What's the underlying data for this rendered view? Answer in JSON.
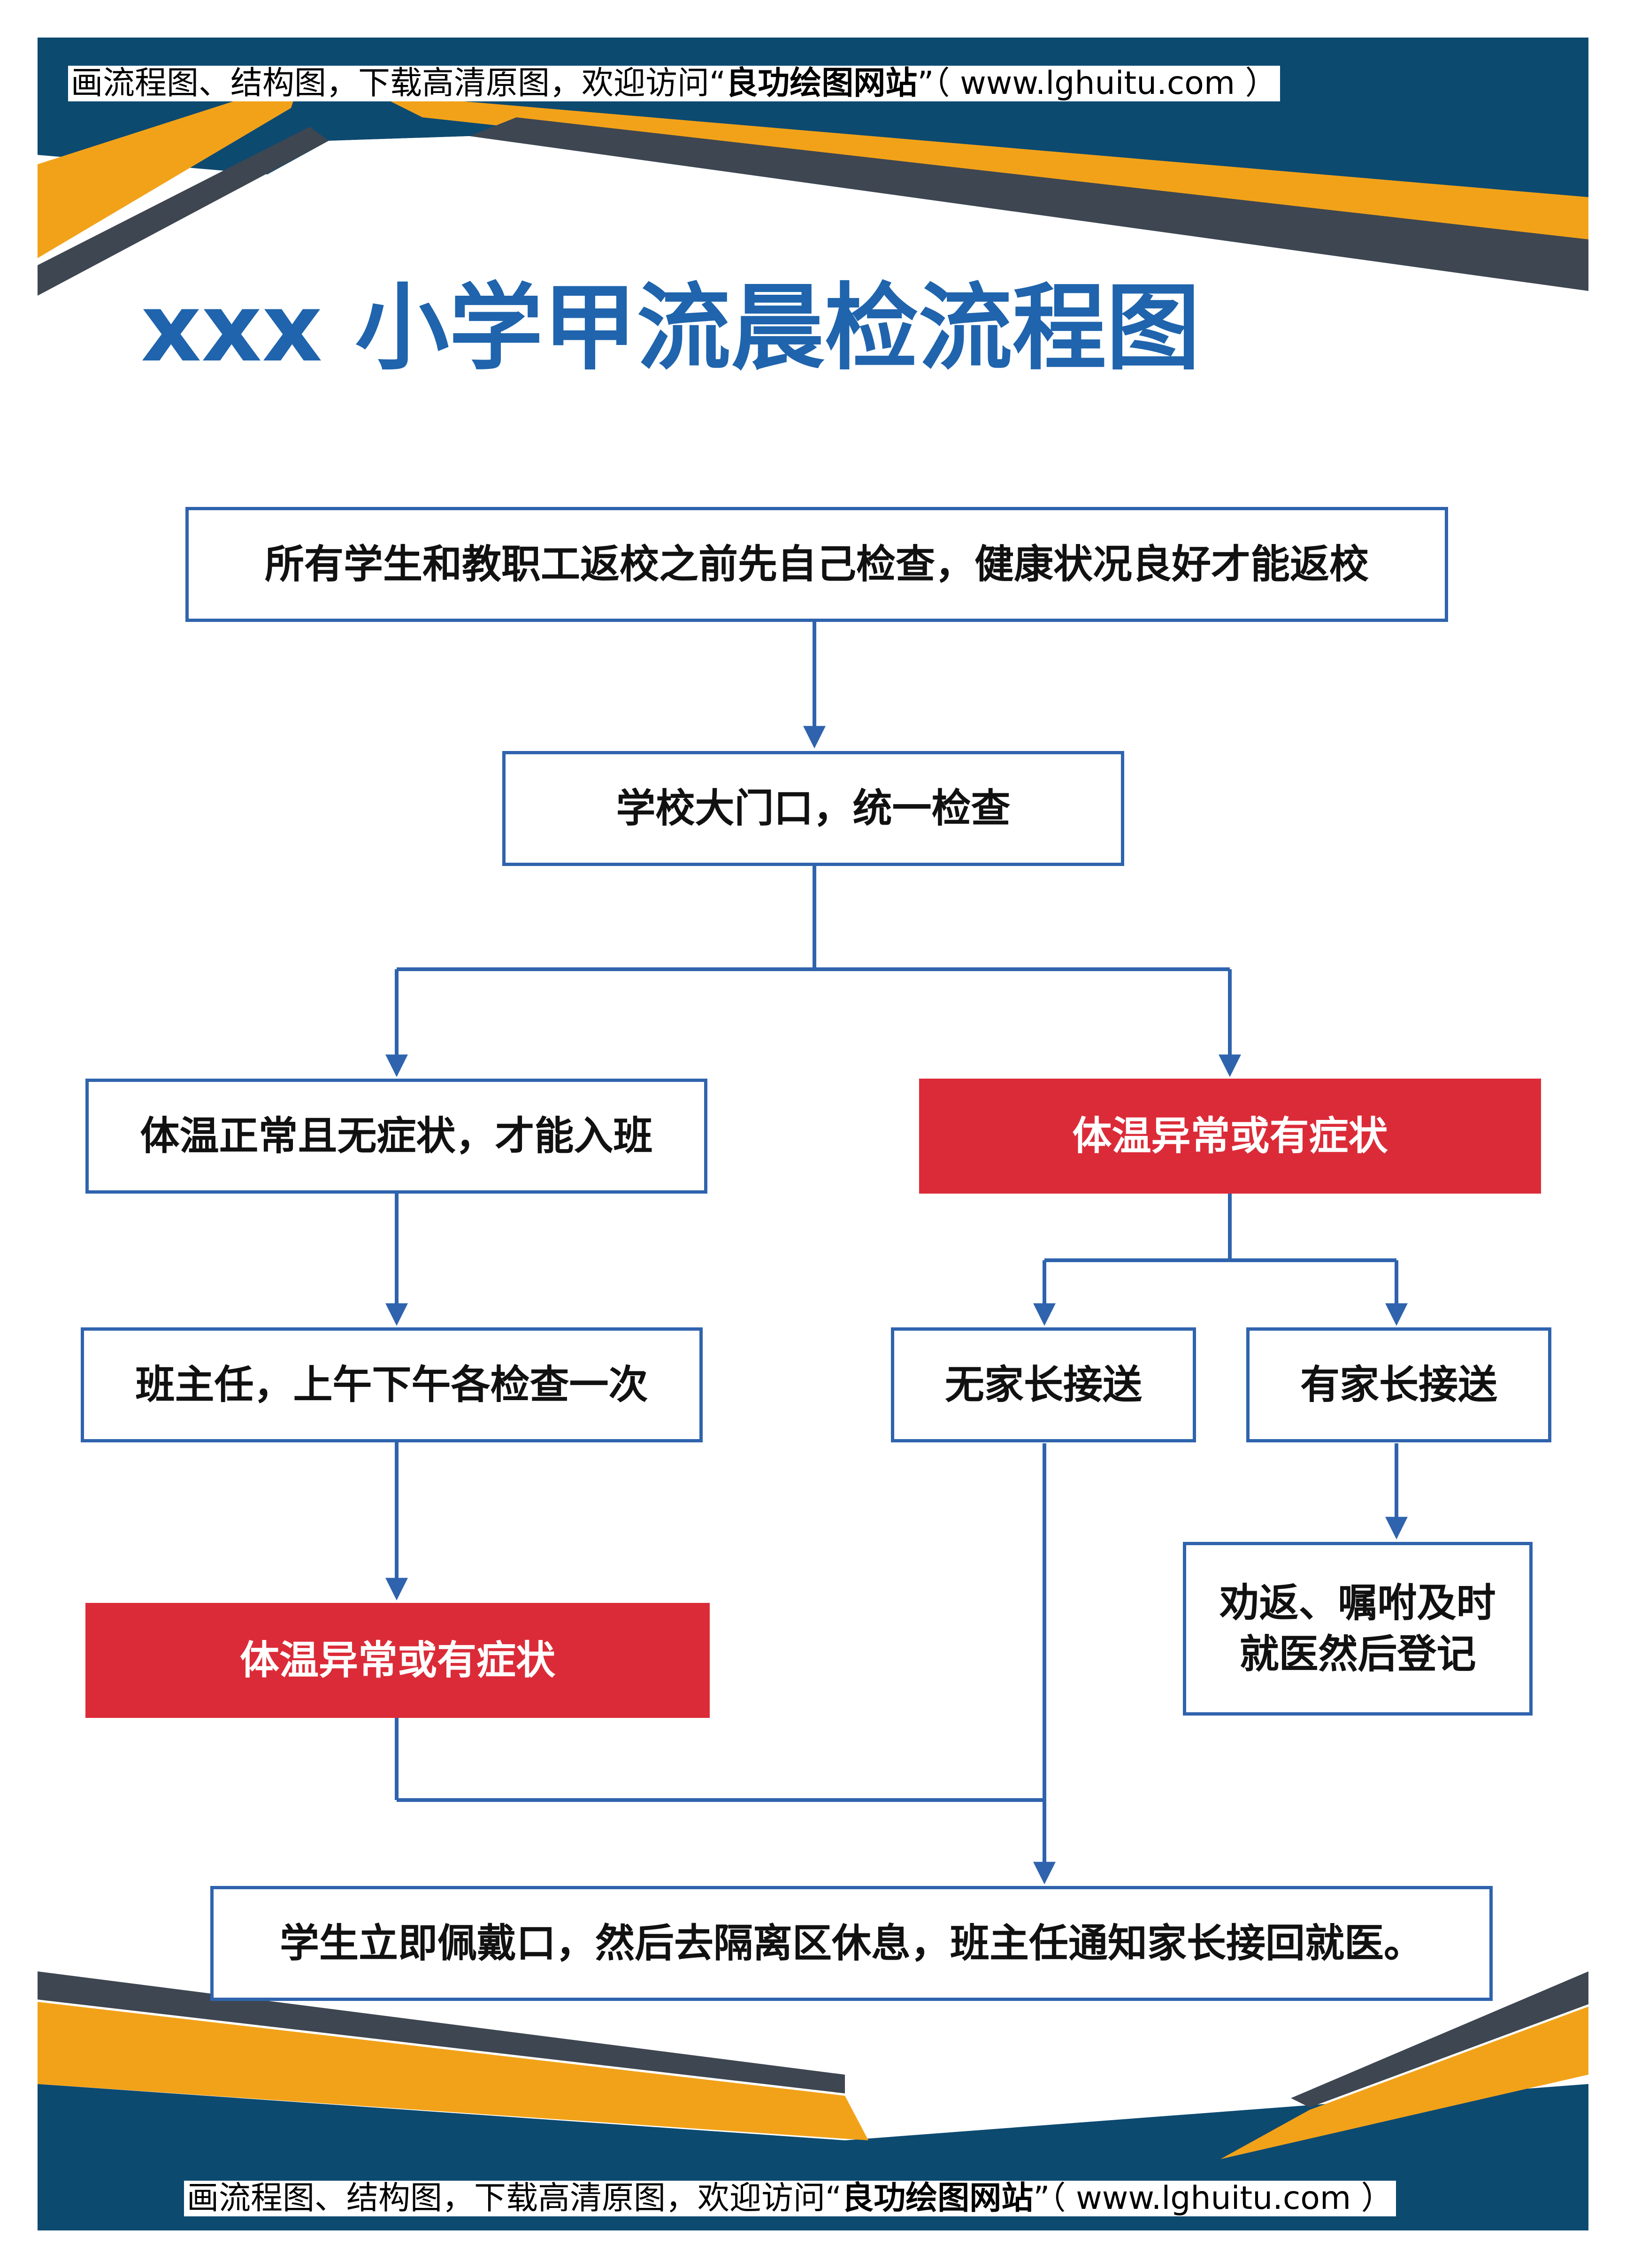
{
  "banner": {
    "prefix": "画流程图、结构图，下载高清原图，欢迎访问“",
    "site_name": "良功绘图网站",
    "suffix": "”（ www.lghuitu.com ）"
  },
  "title": "xxx 小学甲流晨检流程图",
  "nodes": {
    "self_check": "所有学生和教职工返校之前先自己检查，健康状况良好才能返校",
    "gate_check": "学校大门口，统一检查",
    "normal": "体温正常且无症状，才能入班",
    "abnormal_gate": "体温异常或有症状",
    "teacher_check": "班主任，上午下午各检查一次",
    "abnormal_class": "体温异常或有症状",
    "no_parent": "无家长接送",
    "with_parent": "有家长接送",
    "dissuade_line1": "劝返、嘱咐及时",
    "dissuade_line2": "就医然后登记",
    "isolate": "学生立即佩戴口，然后去隔离区休息，班主任通知家长接回就医。"
  },
  "colors": {
    "navy": "#0d4a70",
    "orange": "#f2a219",
    "dark_gray": "#3e4651",
    "blue": "#2f63ad",
    "title_blue": "#1f64ad",
    "alert_red": "#dc2b38"
  }
}
